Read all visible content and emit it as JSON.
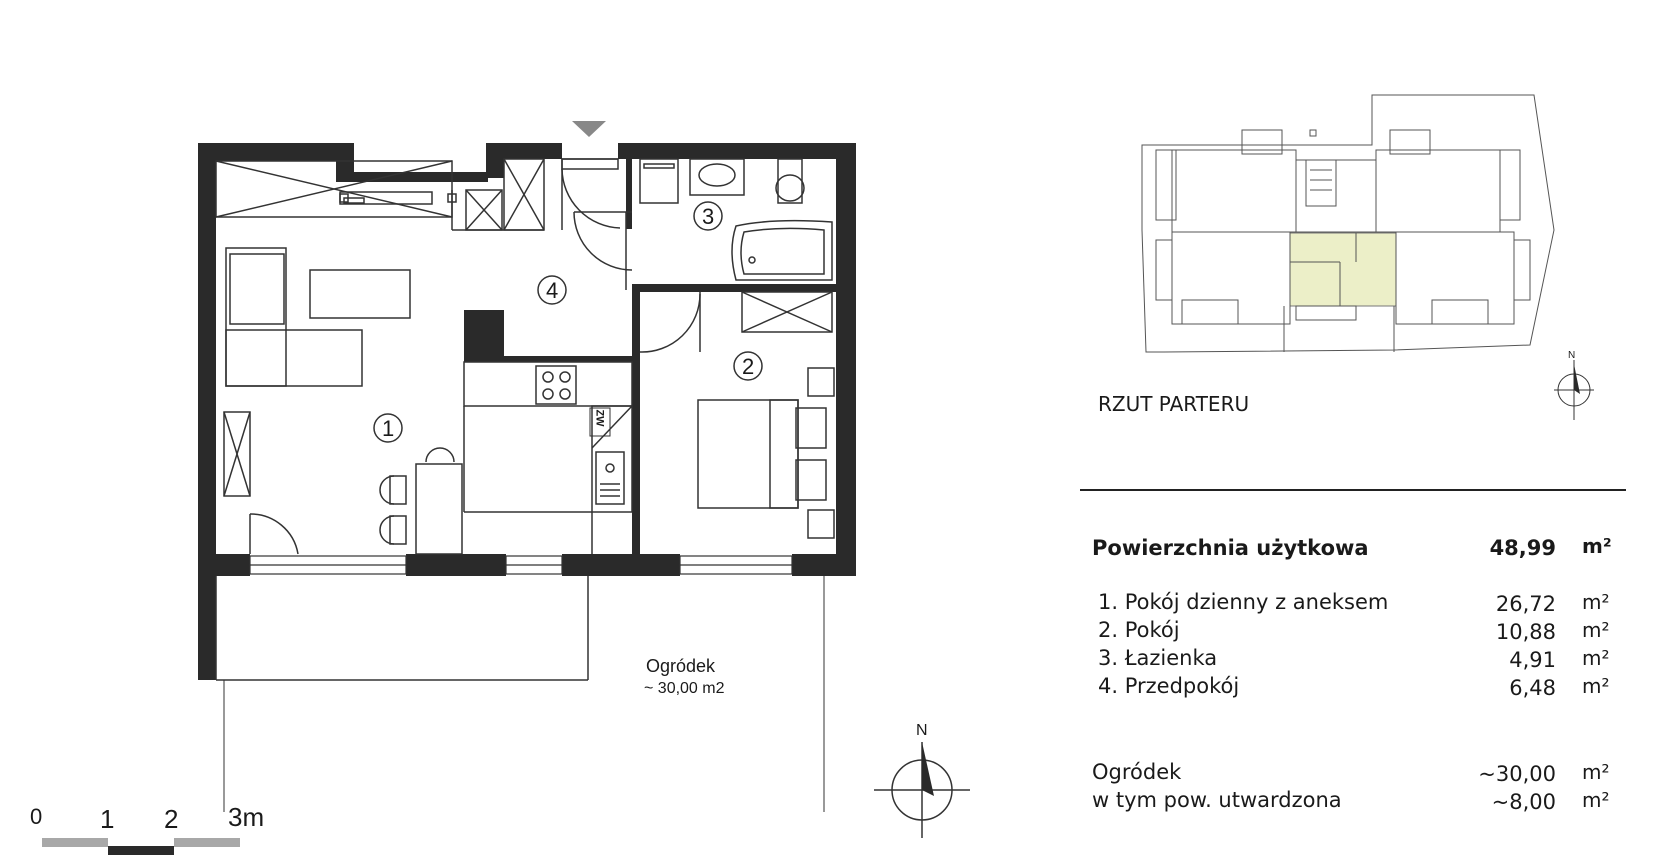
{
  "plan": {
    "room_numbers": [
      "1",
      "2",
      "3",
      "4"
    ],
    "wc_label": "ZW",
    "garden_label": "Ogródek",
    "garden_area_label": "~ 30,00 m2",
    "north_label": "N"
  },
  "scale_bar": {
    "labels": [
      "0",
      "1",
      "2",
      "3m"
    ]
  },
  "keyplan": {
    "title": "RZUT PARTERU",
    "north_label": "N",
    "highlight_color": "#ecefc8"
  },
  "areas": {
    "total_label": "Powierzchnia użytkowa",
    "total_value": "48,99",
    "unit": "m²",
    "rooms": [
      {
        "label": "1. Pokój dzienny z aneksem",
        "value": "26,72"
      },
      {
        "label": "2. Pokój",
        "value": "10,88"
      },
      {
        "label": "3. Łazienka",
        "value": "4,91"
      },
      {
        "label": "4. Przedpokój",
        "value": "6,48"
      }
    ],
    "garden_label": "Ogródek",
    "garden_value": "~30,00",
    "paved_label": "w tym pow. utwardzona",
    "paved_value": "~8,00"
  },
  "colors": {
    "wall": "#2a2a2a",
    "line": "#333333",
    "scale_light": "#a8a8a8",
    "scale_dark": "#2a2a2a"
  }
}
